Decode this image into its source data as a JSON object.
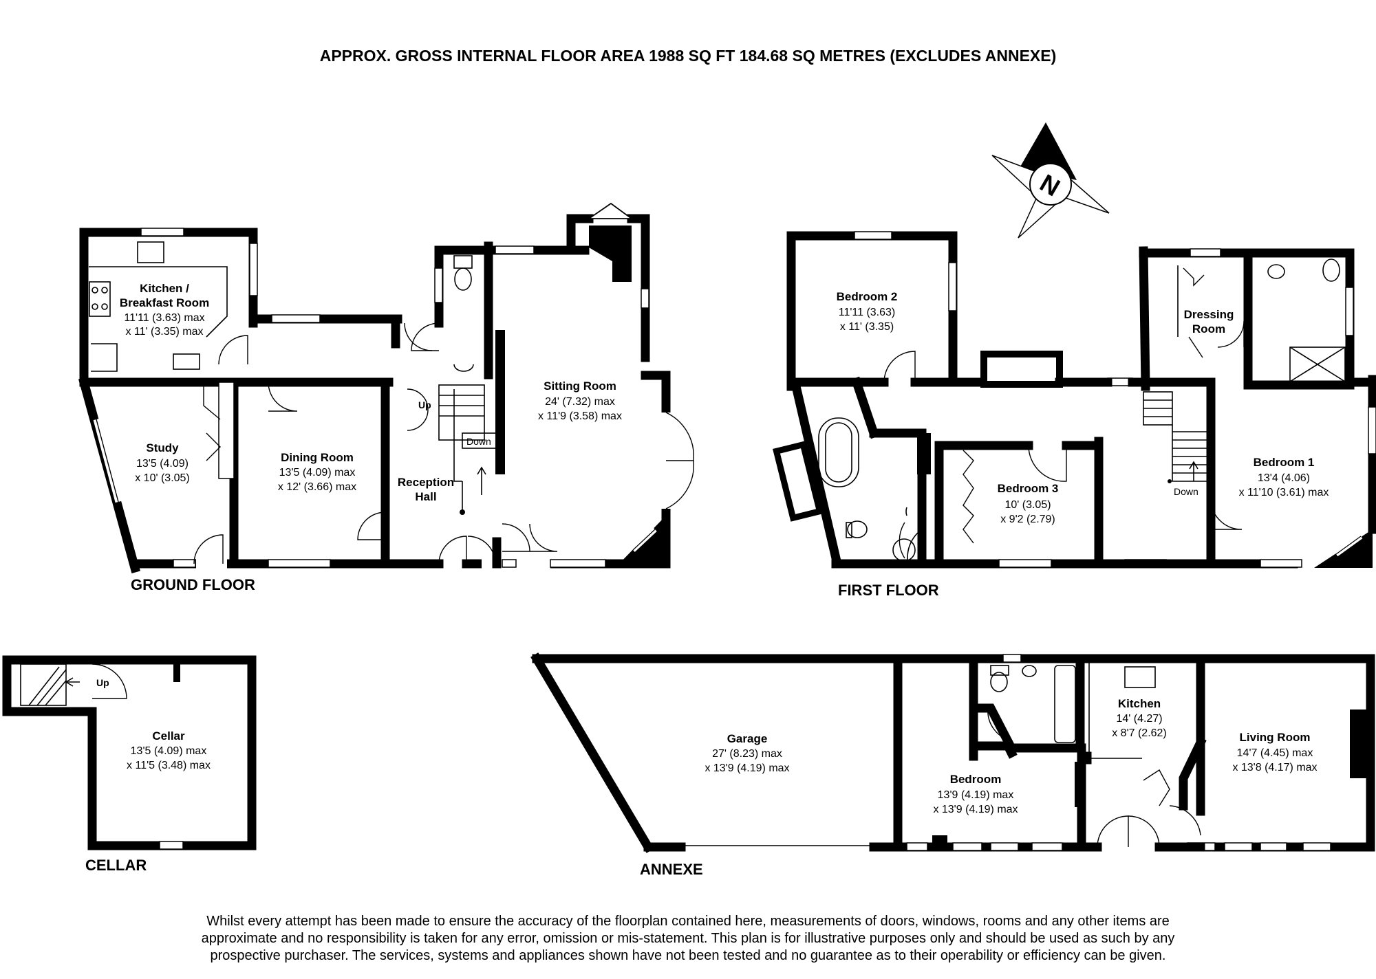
{
  "header": {
    "title": "APPROX. GROSS INTERNAL FLOOR AREA 1988 SQ FT 184.68 SQ METRES (EXCLUDES ANNEXE)"
  },
  "compass": {
    "label": "N"
  },
  "floors": {
    "ground": "GROUND FLOOR",
    "first": "FIRST FLOOR",
    "cellar": "CELLAR",
    "annexe": "ANNEXE"
  },
  "rooms": {
    "kitchen_breakfast": {
      "name1": "Kitchen /",
      "name2": "Breakfast Room",
      "dim1": "11'11 (3.63) max",
      "dim2": "x 11' (3.35) max"
    },
    "study": {
      "name": "Study",
      "dim1": "13'5 (4.09)",
      "dim2": "x 10' (3.05)"
    },
    "dining": {
      "name": "Dining Room",
      "dim1": "13'5 (4.09) max",
      "dim2": "x 12' (3.66) max"
    },
    "reception": {
      "name1": "Reception",
      "name2": "Hall"
    },
    "sitting": {
      "name": "Sitting Room",
      "dim1": "24' (7.32) max",
      "dim2": "x 11'9 (3.58) max"
    },
    "bedroom2": {
      "name": "Bedroom 2",
      "dim1": "11'11 (3.63)",
      "dim2": "x 11' (3.35)"
    },
    "bedroom3": {
      "name": "Bedroom 3",
      "dim1": "10' (3.05)",
      "dim2": "x 9'2 (2.79)"
    },
    "dressing": {
      "name1": "Dressing",
      "name2": "Room"
    },
    "bedroom1": {
      "name": "Bedroom 1",
      "dim1": "13'4 (4.06)",
      "dim2": "x 11'10 (3.61) max"
    },
    "cellar": {
      "name": "Cellar",
      "dim1": "13'5 (4.09) max",
      "dim2": "x 11'5 (3.48) max"
    },
    "garage": {
      "name": "Garage",
      "dim1": "27' (8.23) max",
      "dim2": "x 13'9 (4.19) max"
    },
    "annexe_bedroom": {
      "name": "Bedroom",
      "dim1": "13'9 (4.19) max",
      "dim2": "x 13'9 (4.19) max"
    },
    "annexe_kitchen": {
      "name": "Kitchen",
      "dim1": "14' (4.27)",
      "dim2": "x 8'7 (2.62)"
    },
    "living": {
      "name": "Living Room",
      "dim1": "14'7 (4.45) max",
      "dim2": "x 13'8 (4.17) max"
    }
  },
  "stairs": {
    "up": "Up",
    "down": "Down"
  },
  "disclaimer": [
    "Whilst every attempt has been made to ensure the accuracy of the floorplan contained here, measurements of doors, windows, rooms and any other items are",
    "approximate and no responsibility is taken for any error, omission or mis-statement. This plan is for illustrative purposes only and should be used as such by any",
    "prospective purchaser. The services, systems and appliances shown have not been tested and no guarantee as to their operability or efficiency can be given."
  ]
}
